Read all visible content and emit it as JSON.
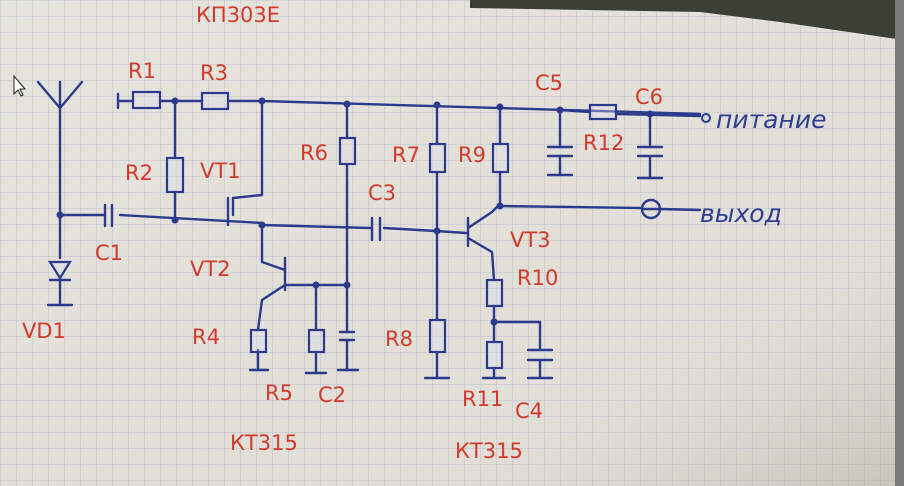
{
  "title_label": "КП303Е",
  "labels": {
    "r1": "R1",
    "r2": "R2",
    "r3": "R3",
    "r4": "R4",
    "r5": "R5",
    "r6": "R6",
    "r7": "R7",
    "r8": "R8",
    "r9": "R9",
    "r10": "R10",
    "r11": "R11",
    "r12": "R12",
    "c1": "C1",
    "c2": "C2",
    "c3": "C3",
    "c4": "C4",
    "c5": "C5",
    "c6": "C6",
    "vt1": "VT1",
    "vt2": "VT2",
    "vt3": "VT3",
    "vd1": "VD1",
    "vt2_type": "КТ315",
    "vt3_type": "КТ315"
  },
  "terminals": {
    "power": "питание",
    "output": "выход"
  },
  "colors": {
    "ink": "#2b3a8c",
    "labels": "#d23a2c",
    "paper": "#dedbd4",
    "grid": "#a9b3c4"
  }
}
